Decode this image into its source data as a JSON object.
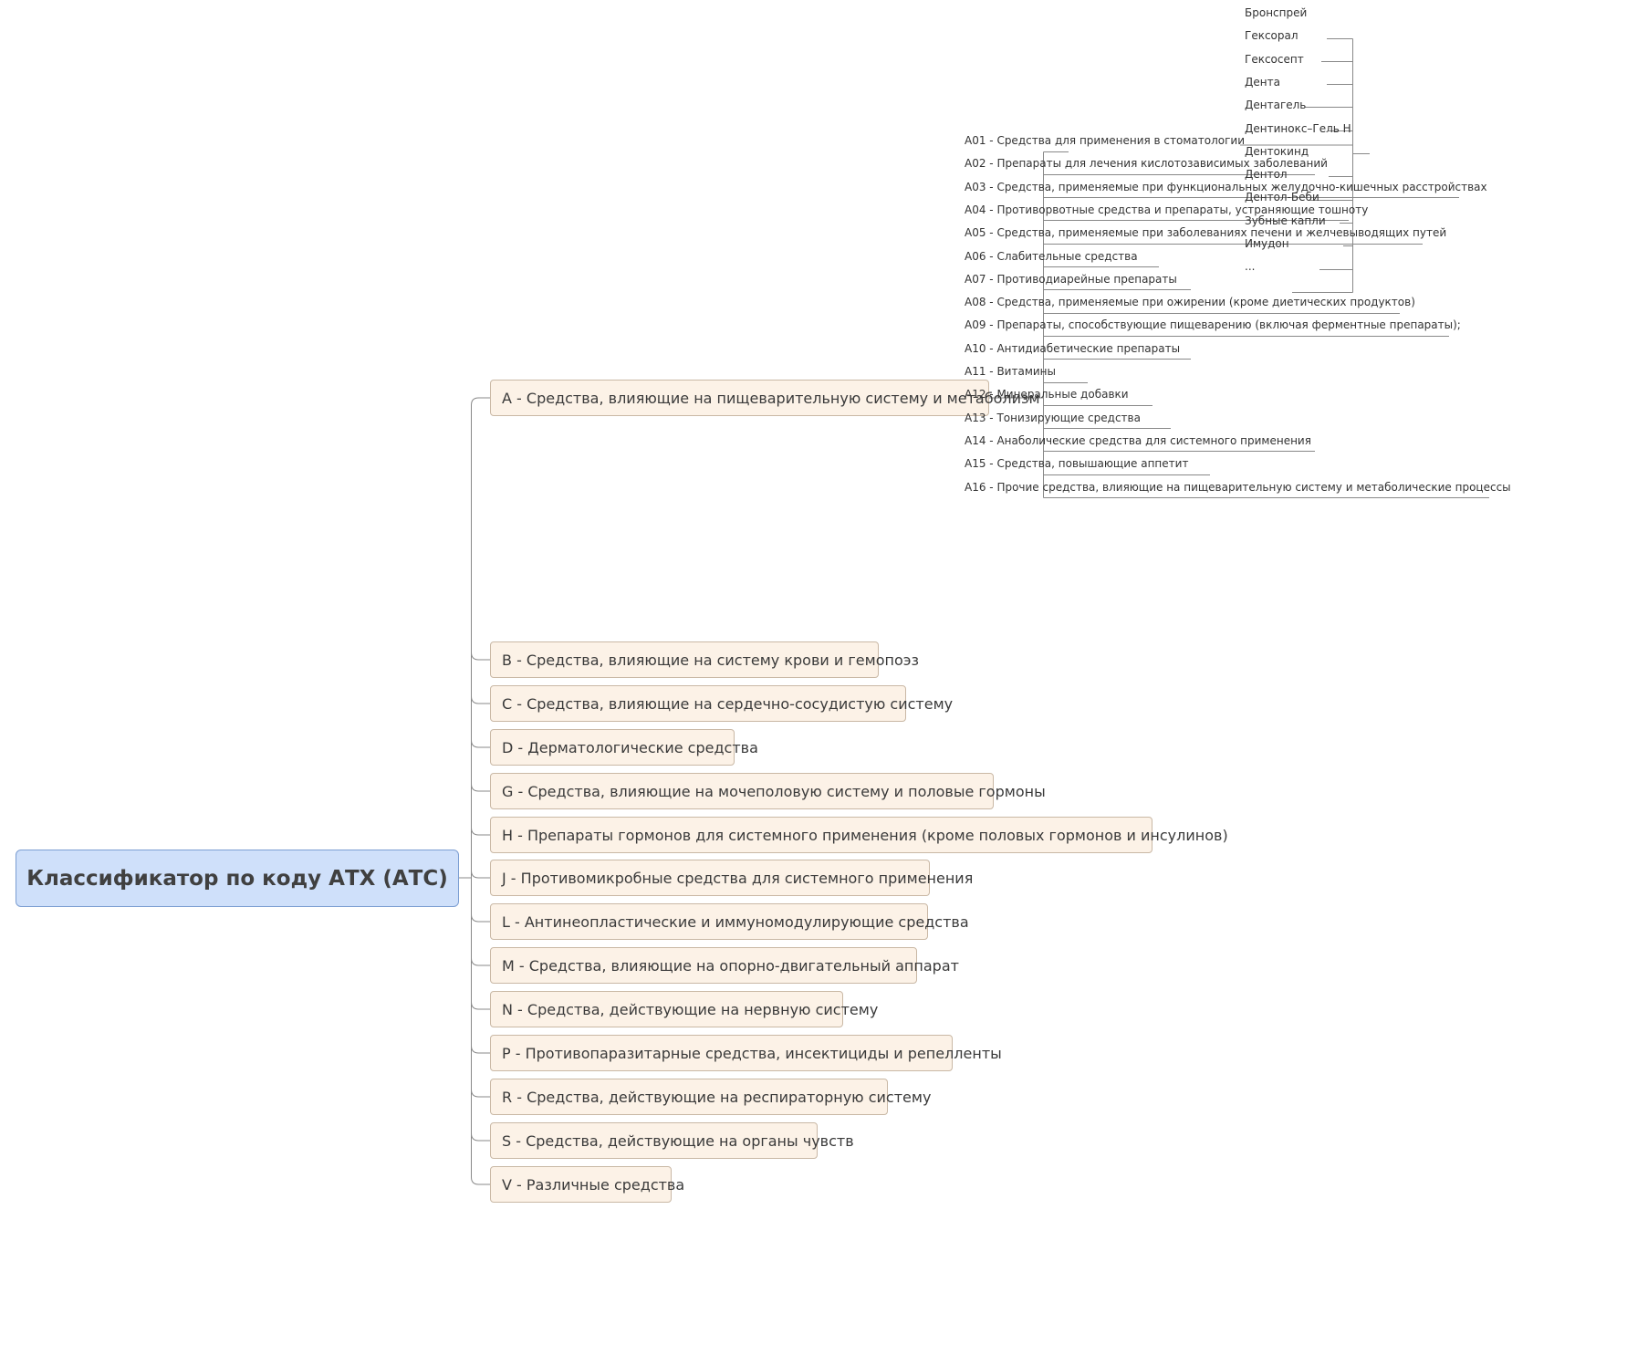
{
  "central": {
    "title": "Классификатор по коду АТХ (АТС)"
  },
  "main_topics": [
    {
      "label": "A - Средства, влияющие на пищеварительную систему и метаболизм"
    },
    {
      "label": "B - Средства, влияющие на систему крови и гемопоэз"
    },
    {
      "label": "C - Средства, влияющие на сердечно-сосудистую систему"
    },
    {
      "label": "D - Дерматологические средства"
    },
    {
      "label": "G - Средства, влияющие на мочеполовую систему и половые гормоны"
    },
    {
      "label": "H - Препараты гормонов для системного применения (кроме половых гормонов и инсулинов)"
    },
    {
      "label": "J - Противомикробные средства для системного применения"
    },
    {
      "label": "L - Антинеопластические и иммуномодулирующие средства"
    },
    {
      "label": "M - Средства, влияющие на опорно-двигательный аппарат"
    },
    {
      "label": "N - Средства, действующие на нервную систему"
    },
    {
      "label": "P - Противопаразитарные средства, инсектициды и репелленты"
    },
    {
      "label": "R - Средства, действующие на респираторную систему"
    },
    {
      "label": "S - Средства, действующие на органы чувств"
    },
    {
      "label": "V - Различные средства"
    }
  ],
  "a_subtopics": [
    {
      "label": "A01 - Средства для применения в стоматологии"
    },
    {
      "label": "A02 - Препараты для лечения кислотозависимых заболеваний"
    },
    {
      "label": "A03 - Средства, применяемые при функциональных желудочно-кишечных расстройствах"
    },
    {
      "label": "A04 - Противорвотные средства и препараты, устраняющие тошноту"
    },
    {
      "label": "A05 - Средства, применяемые при заболеваниях печени и желчевыводящих путей"
    },
    {
      "label": "A06 - Слабительные средства"
    },
    {
      "label": "A07 - Противодиарейные препараты"
    },
    {
      "label": "A08 - Средства, применяемые при ожирении (кроме диетических продуктов)"
    },
    {
      "label": "A09 - Препараты, способствующие пищеварению (включая ферментные препараты);"
    },
    {
      "label": "A10 - Антидиабетические препараты"
    },
    {
      "label": "A11 - Витамины"
    },
    {
      "label": "A12 - Минеральные добавки"
    },
    {
      "label": "A13 - Тонизирующие средства"
    },
    {
      "label": "A14 - Анаболические средства для системного применения"
    },
    {
      "label": "A15 - Средства, повышающие аппетит"
    },
    {
      "label": "A16 - Прочие средства, влияющие на пищеварительную систему и метаболические процессы"
    }
  ],
  "a01_items": [
    {
      "label": "Бронспрей"
    },
    {
      "label": "Гексорал"
    },
    {
      "label": "Гексосепт"
    },
    {
      "label": "Дента"
    },
    {
      "label": "Дентагель"
    },
    {
      "label": "Дентинокс–Гель Н"
    },
    {
      "label": "Дентокинд"
    },
    {
      "label": "Дентол"
    },
    {
      "label": "Дентол-Беби"
    },
    {
      "label": "Зубные капли"
    },
    {
      "label": "Имудон"
    },
    {
      "label": "..."
    }
  ],
  "colors": {
    "central_fill": "#cfe0fa",
    "central_border": "#7c9ed2",
    "topic_fill": "#fcf2e7",
    "topic_border": "#c9b8a5",
    "connector": "#888888"
  }
}
